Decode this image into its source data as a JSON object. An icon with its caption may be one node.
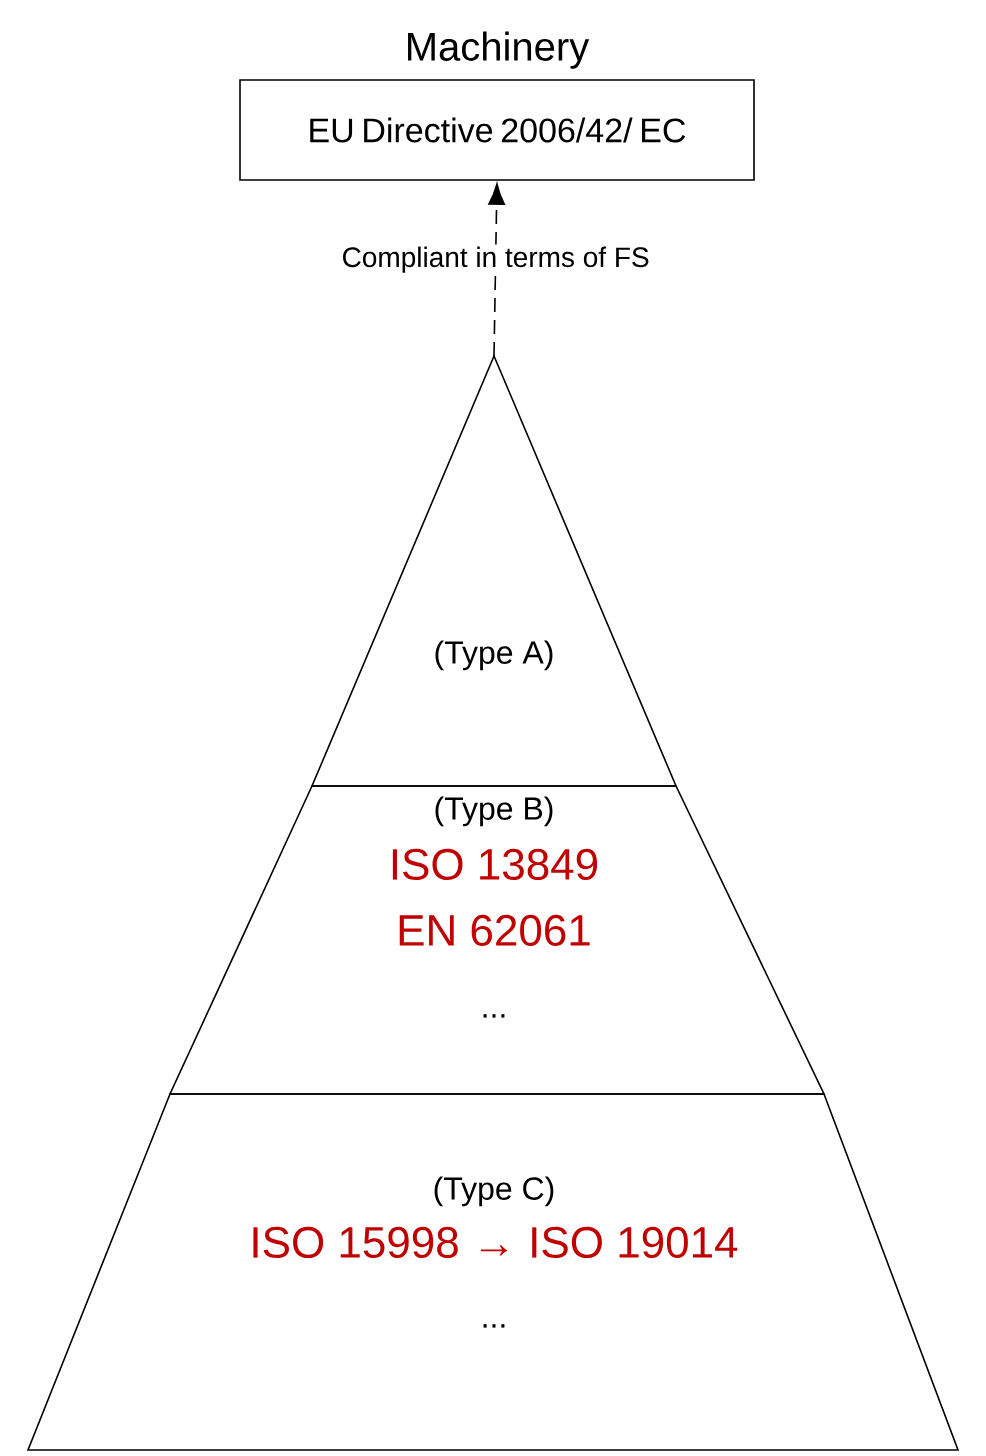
{
  "diagram": {
    "nodes": [
      {
        "text": [
          "Machinery",
          "EU Directive 2006/42/ EC"
        ]
      },
      {
        "text": [
          "(Type A)"
        ]
      },
      {
        "text": [
          "(Type B)",
          "ISO 13849",
          "EN 62061",
          "..."
        ]
      },
      {
        "text": [
          "(Type C)",
          "ISO 15998 → ISO 19014",
          "..."
        ]
      }
    ],
    "edges": [
      {
        "from": 1,
        "to": 0,
        "arrow": "to",
        "style": "dashed",
        "label": "Compliant in terms of FS"
      }
    ]
  }
}
